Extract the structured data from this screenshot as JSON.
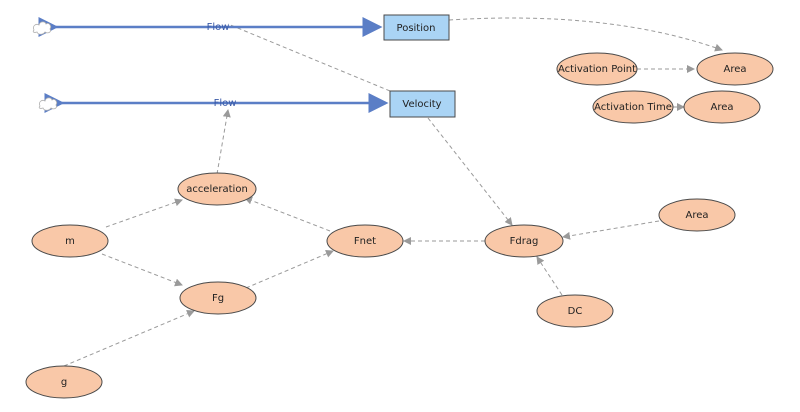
{
  "colors": {
    "variable_fill": "#f9c8a8",
    "stock_fill": "#aad4f5",
    "flow_line": "#5b7ec6",
    "link_line": "#9a9a9a"
  },
  "stocks": {
    "position": "Position",
    "velocity": "Velocity"
  },
  "flows": {
    "position_flow": "Flow",
    "velocity_flow": "Flow"
  },
  "variables": {
    "activation_point": "Activation Point",
    "area_top": "Area",
    "activation_time": "Activation Time",
    "area_mid": "Area",
    "acceleration": "acceleration",
    "m": "m",
    "fnet": "Fnet",
    "fdrag": "Fdrag",
    "area_right": "Area",
    "fg": "Fg",
    "dc": "DC",
    "g": "g"
  }
}
